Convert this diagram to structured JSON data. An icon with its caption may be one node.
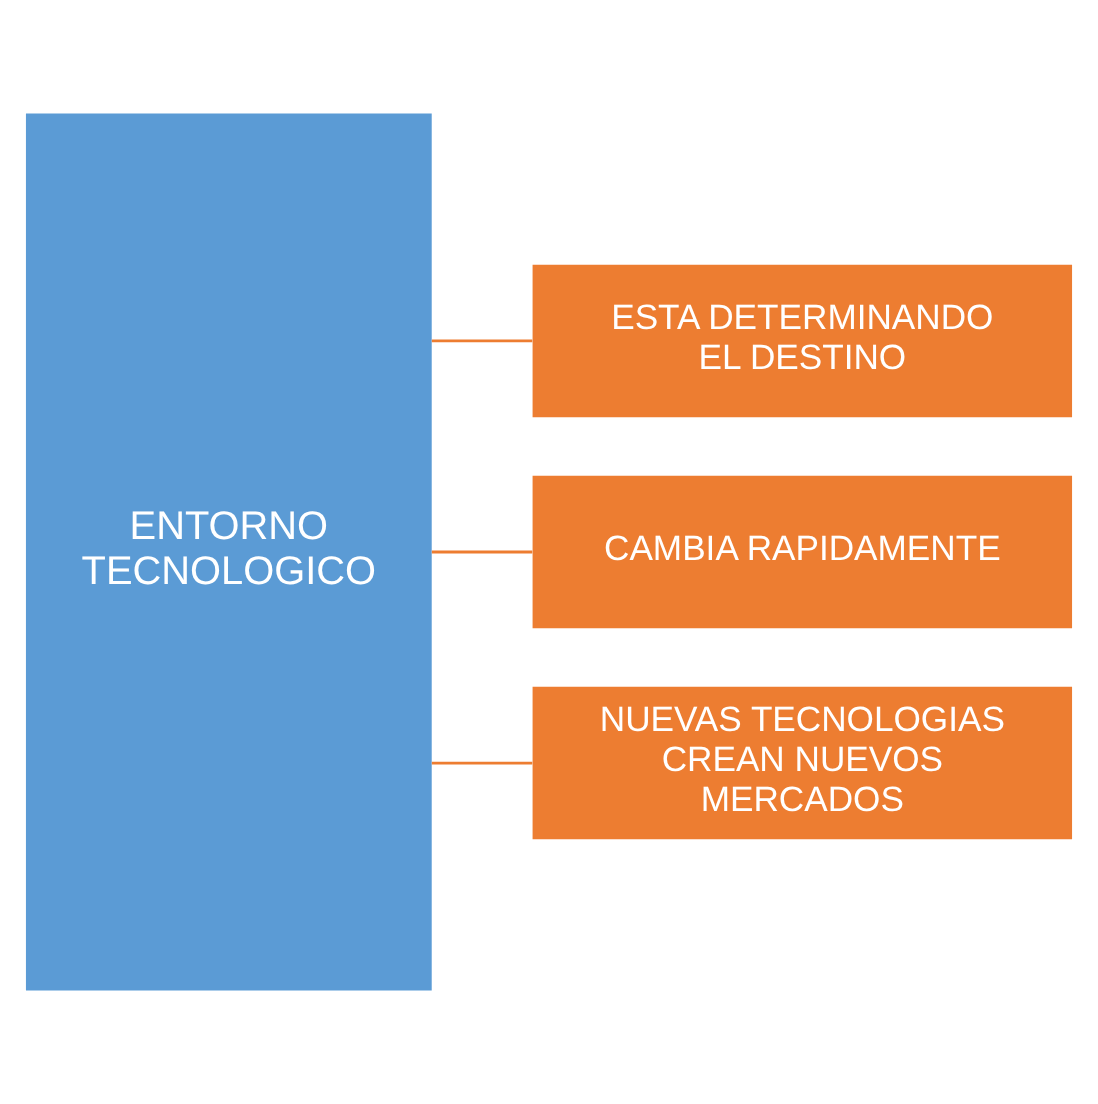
{
  "diagram": {
    "nodes": [
      {
        "text": [
          "ENTORNO TECNOLOGICO"
        ]
      },
      {
        "text": [
          "ESTA DETERMINANDO EL DESTINO"
        ]
      },
      {
        "text": [
          "CAMBIA RAPIDAMENTE"
        ]
      },
      {
        "text": [
          "NUEVAS TECNOLOGIAS CREAN NUEVOS MERCADOS"
        ]
      }
    ],
    "edges": [
      {
        "from": 0,
        "to": 1,
        "arrow": "none"
      },
      {
        "from": 0,
        "to": 2,
        "arrow": "none"
      },
      {
        "from": 0,
        "to": 3,
        "arrow": "none"
      }
    ]
  }
}
